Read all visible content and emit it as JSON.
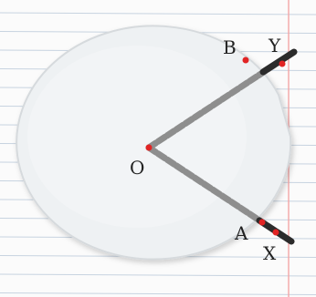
{
  "points": {
    "O": "O",
    "A": "A",
    "B": "B",
    "X": "X",
    "Y": "Y"
  },
  "colors": {
    "paper": "#ffffff",
    "rule_line": "#c7d3e0",
    "margin_line": "#f3a6a6",
    "disc_fill": "#eef1f3",
    "disc_edge": "#d6dadd",
    "stick": "#8e8e8e",
    "stick_tip": "#2b2b2b",
    "point_marker": "#e12424",
    "label": "#222222"
  },
  "scene": {
    "description_icon": "notebook-paper-with-paper-disc-and-two-sticks"
  }
}
